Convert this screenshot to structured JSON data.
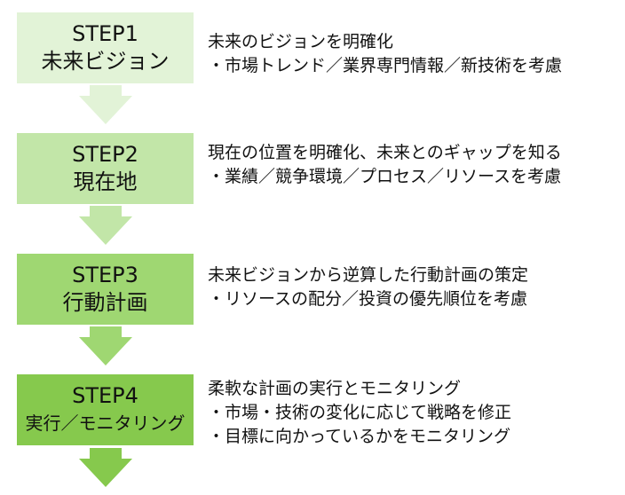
{
  "steps": [
    {
      "step": "STEP1",
      "title": "未来ビジョン",
      "color": "#e2f3d7",
      "lines": [
        "未来のビジョンを明確化",
        "・市場トレンド／業界専門情報／新技術を考慮"
      ]
    },
    {
      "step": "STEP2",
      "title": "現在地",
      "color": "#c2e6a8",
      "lines": [
        "現在の位置を明確化、未来とのギャップを知る",
        "・業績／競争環境／プロセス／リソースを考慮"
      ]
    },
    {
      "step": "STEP3",
      "title": "行動計画",
      "color": "#9fd772",
      "lines": [
        "未来ビジョンから逆算した行動計画の策定",
        "・リソースの配分／投資の優先順位を考慮"
      ]
    },
    {
      "step": "STEP4",
      "title": "実行／モニタリング",
      "color": "#86c94d",
      "lines": [
        "柔軟な計画の実行とモニタリング",
        "・市場・技術の変化に応じて戦略を修正",
        "・目標に向かっているかをモニタリング"
      ]
    }
  ]
}
